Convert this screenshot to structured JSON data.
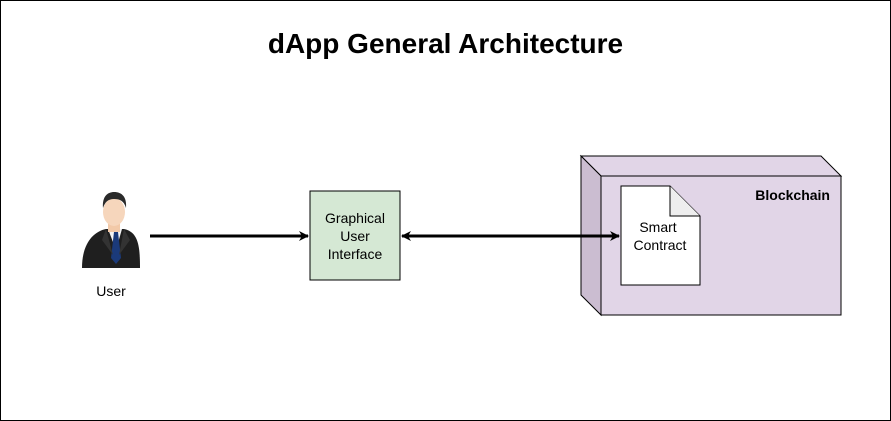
{
  "title": "dApp General Architecture",
  "nodes": {
    "user": {
      "label": "User",
      "icon": "businessman-icon"
    },
    "gui": {
      "lines": [
        "Graphical",
        "User",
        "Interface"
      ],
      "fill": "#d5e8d4"
    },
    "blockchain": {
      "label": "Blockchain",
      "fill": "#e1d5e7"
    },
    "contract": {
      "lines": [
        "Smart",
        "Contract"
      ],
      "icon": "document-icon"
    }
  },
  "edges": [
    {
      "from": "user",
      "to": "gui",
      "direction": "one-way"
    },
    {
      "from": "gui",
      "to": "contract",
      "direction": "two-way"
    }
  ]
}
